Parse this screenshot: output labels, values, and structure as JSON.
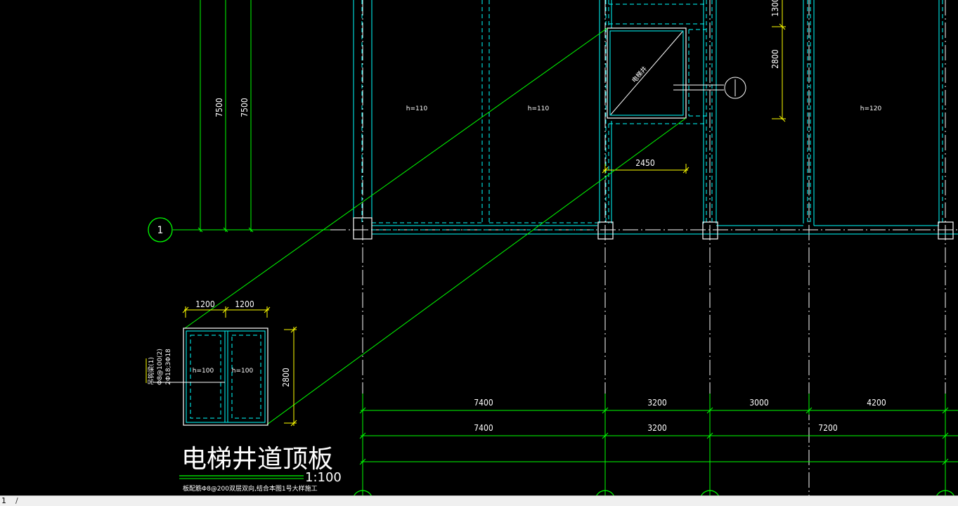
{
  "drawing": {
    "axis_bubble_label": "1",
    "plan_slab_labels": [
      "h=110",
      "h=110",
      "h=120"
    ],
    "shaft_diagonal_label": "电梯井",
    "vertical_dims": [
      "7500",
      "7500"
    ],
    "right_dim_top": "1300",
    "right_dim": "2800",
    "opening_dim": "2450",
    "bottom_dims_row1": [
      "7400",
      "3200",
      "3000",
      "4200"
    ],
    "bottom_dims_row2": [
      "7400",
      "3200",
      "7200"
    ]
  },
  "detail": {
    "title": "电梯井道顶板",
    "scale": "1:100",
    "note": "板配筋Φ8@200双层双向,结合本图1号大样施工",
    "top_dims": [
      "1200",
      "1200"
    ],
    "side_dim": "2800",
    "slab_labels": [
      "h=100",
      "h=100"
    ],
    "beam_label_lines": [
      "吊钩梁(1)",
      "Φ8@100(2)",
      "2Φ18;3Φ18"
    ]
  },
  "statusbar": {
    "layout_tab": "1",
    "separator": "/"
  }
}
